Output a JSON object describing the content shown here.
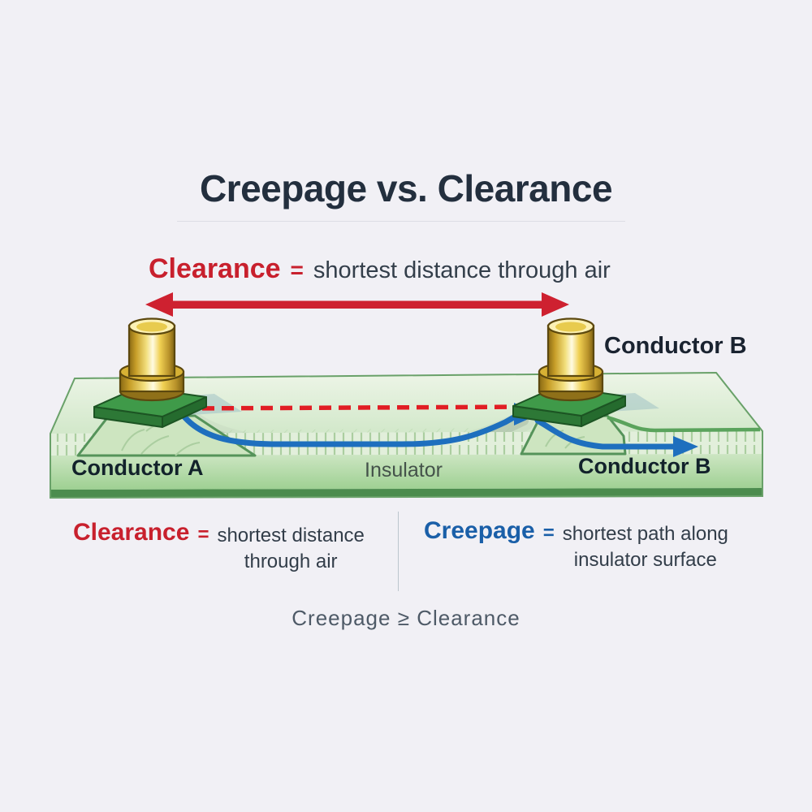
{
  "title": "Creepage vs. Clearance",
  "banner": {
    "term": "Clearance",
    "equals": "=",
    "definition": "shortest distance through air"
  },
  "board": {
    "conductor_a_label": "Conductor A",
    "conductor_b_top_label": "Conductor B",
    "conductor_b_bottom_label": "Conductor B",
    "insulator_label": "Insulator"
  },
  "definitions": {
    "clearance": {
      "term": "Clearance",
      "equals": "=",
      "line1": "shortest distance",
      "line2": "through air"
    },
    "creepage": {
      "term": "Creepage",
      "equals": "=",
      "line1": "shortest path along",
      "line2": "insulator surface"
    }
  },
  "footer": {
    "formula": "Creepage ≥ Clearance"
  },
  "icons": {
    "clearance_arrow": "double-headed-arrow",
    "clearance_dashed_line": "dashed-line",
    "creepage_path": "curved-arrow"
  },
  "colors": {
    "red": "#c8202d",
    "blue": "#1a5fa8",
    "navy": "#232f3e",
    "dark": "#333e4a",
    "gray": "#4e5a67",
    "board_green": "#cfe6c1",
    "pad_green": "#3f9a49",
    "pin_gold": "#e9cd4e"
  }
}
